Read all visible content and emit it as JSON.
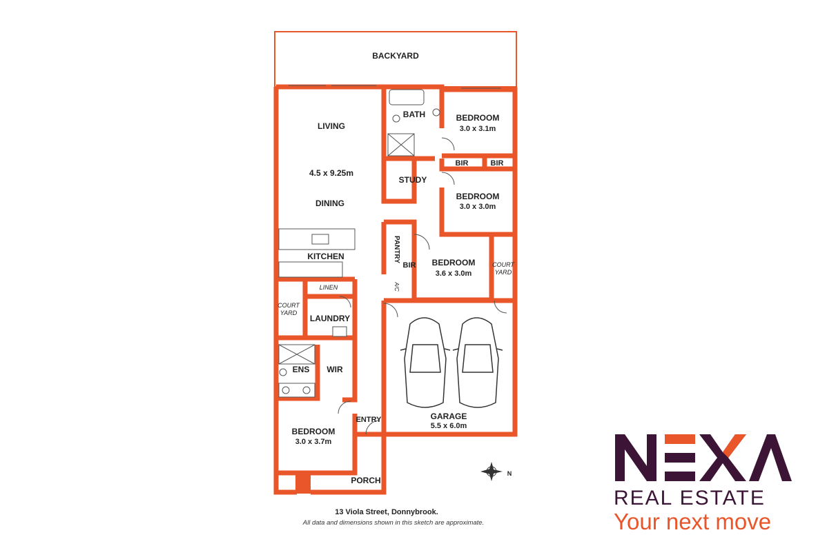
{
  "rooms": {
    "backyard": "BACKYARD",
    "living": "LIVING",
    "living_size": "4.5 x 9.25m",
    "dining": "DINING",
    "kitchen": "KITCHEN",
    "bath": "BATH",
    "study": "STUDY",
    "bedroom_1": "BEDROOM",
    "bedroom_1_size": "3.0 x 3.1m",
    "bir_1": "BIR",
    "bir_2": "BIR",
    "bedroom_2": "BEDROOM",
    "bedroom_2_size": "3.0 x 3.0m",
    "pantry": "PANTRY",
    "bir_3": "BIR",
    "bedroom_3": "BEDROOM",
    "bedroom_3_size": "3.6 x 3.0m",
    "court_yard_right_1": "COURT",
    "court_yard_right_2": "YARD",
    "ac": "A/C",
    "linen": "LINEN",
    "court_yard_left_1": "COURT",
    "court_yard_left_2": "YARD",
    "laundry": "LAUNDRY",
    "ens": "ENS",
    "wir": "WIR",
    "entry": "ENTRY",
    "garage": "GARAGE",
    "garage_size": "5.5 x 6.0m",
    "bedroom_4": "BEDROOM",
    "bedroom_4_size": "3.0 x 3.7m",
    "porch": "PORCH"
  },
  "compass": {
    "north_label": "N"
  },
  "caption": {
    "address": "13 Viola Street, Donnybrook.",
    "disclaimer": "All data and dimensions shown in this sketch are approximate."
  },
  "brand": {
    "logo_text": "NEXA",
    "subtitle": "REAL ESTATE",
    "tagline": "Your next move",
    "color_primary": "#3c1436",
    "color_accent": "#e8562a"
  }
}
